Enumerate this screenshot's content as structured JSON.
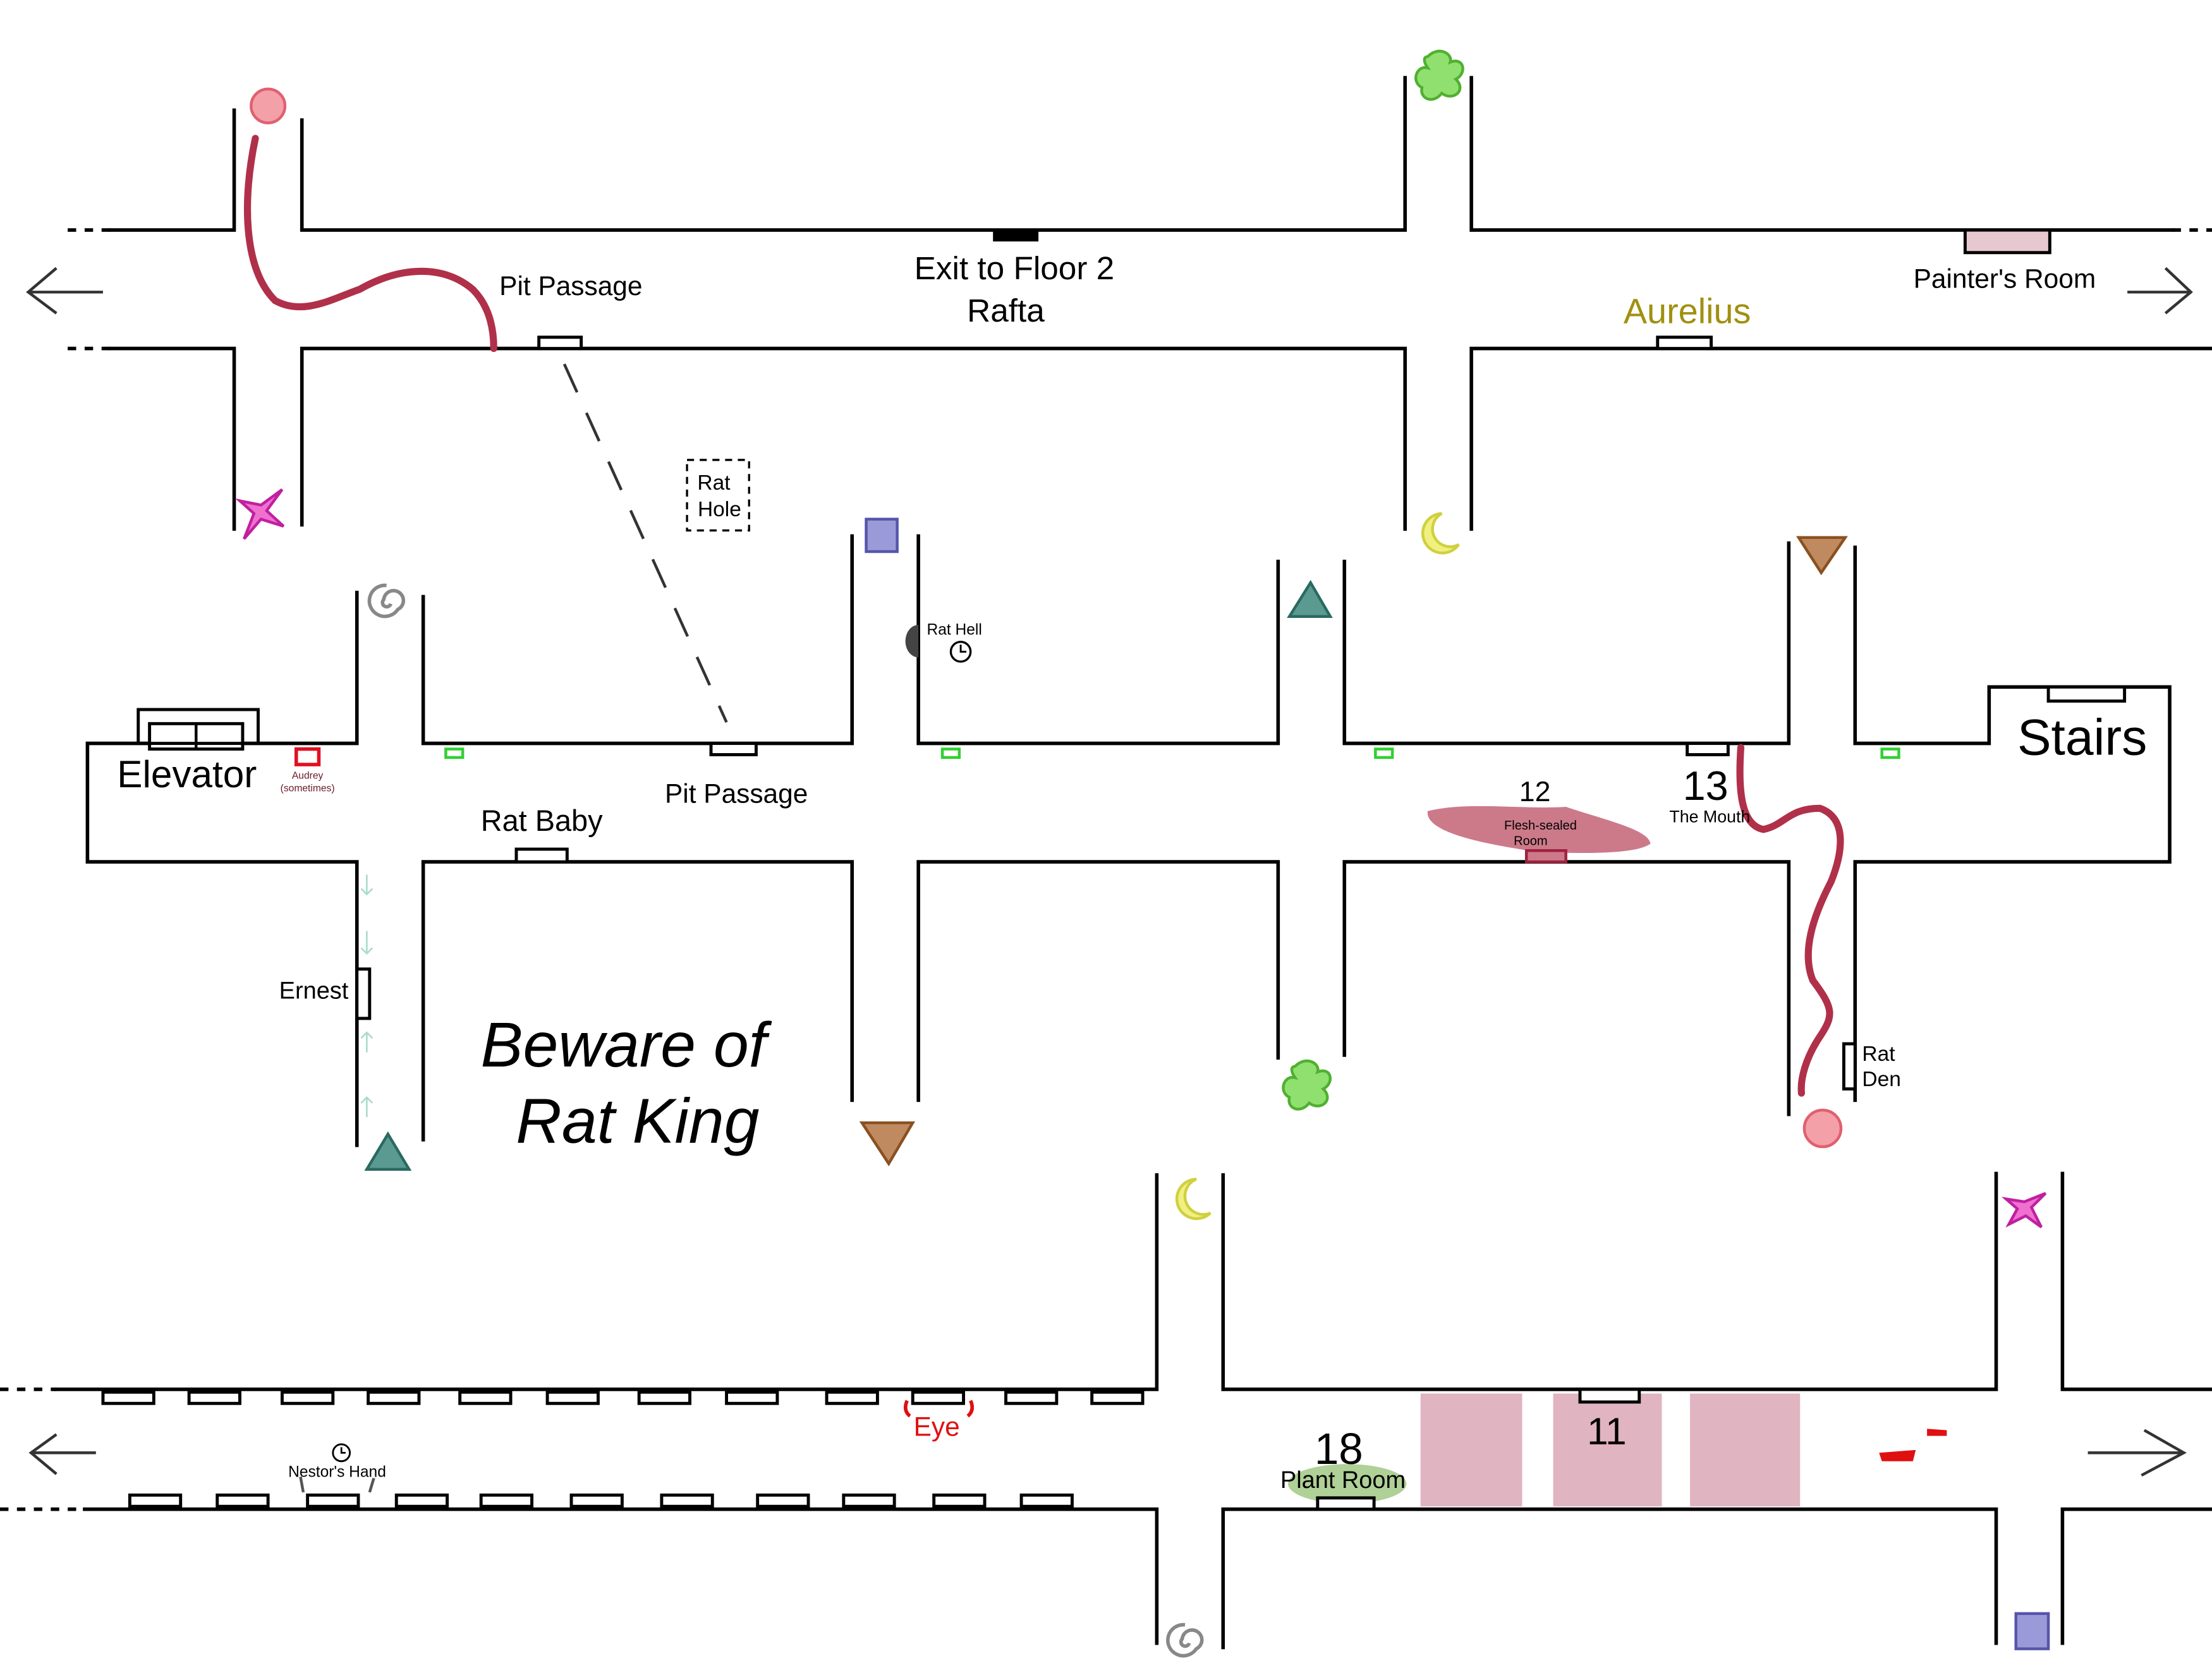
{
  "labels": {
    "pit_passage_top": "Pit Passage",
    "exit_floor2": "Exit to Floor 2",
    "rafta": "Rafta",
    "aurelius": "Aurelius",
    "painters_room": "Painter's Room",
    "rat_hole_1": "Rat",
    "rat_hole_2": "Hole",
    "rat_hell": "Rat Hell",
    "elevator": "Elevator",
    "audrey_1": "Audrey",
    "audrey_2": "(sometimes)",
    "rat_baby": "Rat Baby",
    "pit_passage_mid": "Pit Passage",
    "room_12": "12",
    "flesh_1": "Flesh-sealed",
    "flesh_2": "Room",
    "room_13": "13",
    "the_mouth": "The Mouth",
    "stairs": "Stairs",
    "ernest": "Ernest",
    "beware_1": "Beware of",
    "beware_2": "Rat King",
    "rat_den_1": "Rat",
    "rat_den_2": "Den",
    "eye": "Eye",
    "nestors_hand": "Nestor's Hand",
    "room_18": "18",
    "plant_room": "Plant Room",
    "room_11": "11"
  },
  "colors": {
    "aurelius": "#a09010",
    "eye": "#e01010",
    "audrey": "#6a1a2a",
    "blood_path": "#b0304a",
    "flesh": "#cc7a8a",
    "pink_zone": "#e0b4c0",
    "plant": "#7ab050"
  },
  "icons": [
    "pink-circle",
    "magenta-star",
    "gray-spiral",
    "blue-square",
    "teal-triangle",
    "yellow-moon",
    "brown-inverted-triangle",
    "green-clover",
    "clock",
    "left-arrow",
    "right-arrow"
  ]
}
